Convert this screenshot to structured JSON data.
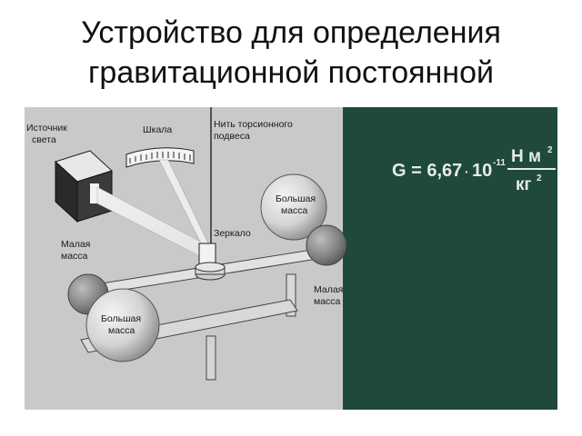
{
  "title": {
    "line1": "Устройство для определения",
    "line2": "гравитационной постоянной"
  },
  "diagram": {
    "labels": {
      "light_source_1": "Источник",
      "light_source_2": "света",
      "scale": "Шкала",
      "thread_1": "Нить торсионного",
      "thread_2": "подвеса",
      "mirror": "Зеркало",
      "small_mass_left_1": "Малая",
      "small_mass_left_2": "масса",
      "small_mass_right_1": "Малая",
      "small_mass_right_2": "масса",
      "big_mass_top_1": "Большая",
      "big_mass_top_2": "масса",
      "big_mass_bottom_1": "Большая",
      "big_mass_bottom_2": "масса"
    },
    "formula": {
      "lhs": "G = 6,67",
      "dot": "·",
      "ten": "10",
      "exponent": "-11",
      "numerator": "Н м",
      "numerator_exp": "2",
      "denominator": "кг",
      "denominator_exp": "2"
    },
    "colors": {
      "left_panel": "#c9c9c9",
      "right_panel": "#1f4a3a",
      "formula_text": "#e6ece8"
    }
  }
}
